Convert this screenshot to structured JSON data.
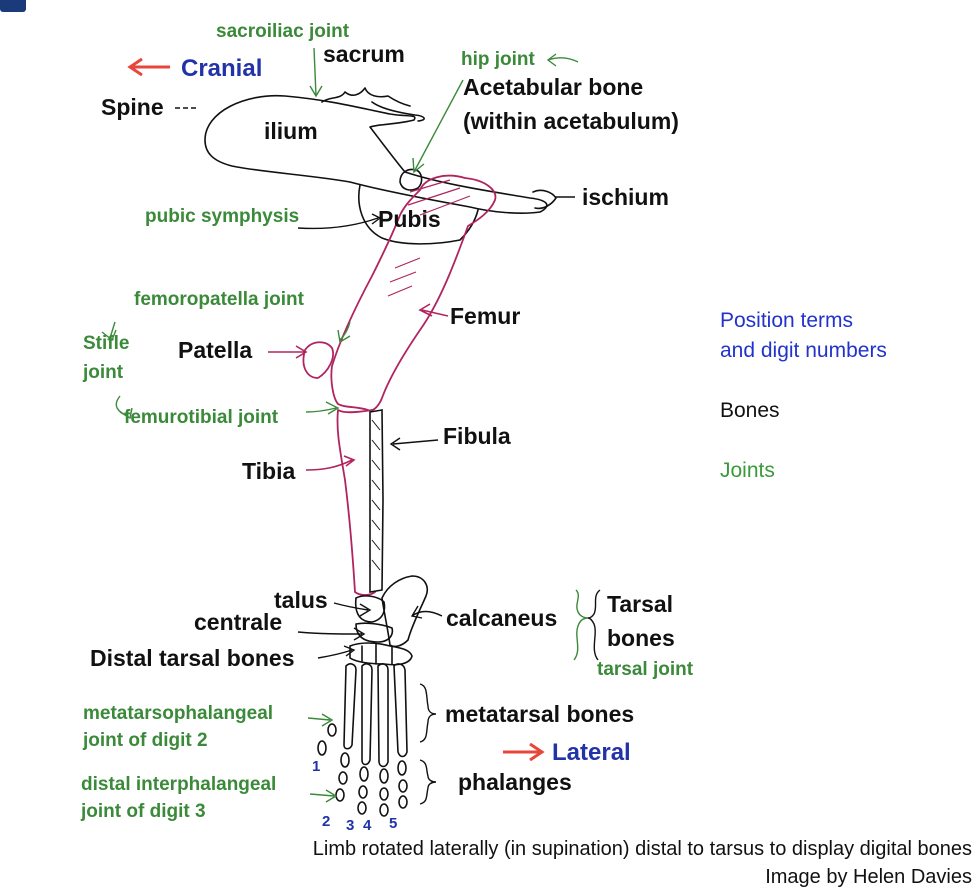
{
  "labels": {
    "cranial": "Cranial",
    "lateral": "Lateral",
    "spine": "Spine",
    "sacrum": "sacrum",
    "ilium": "ilium",
    "acetabular_1": "Acetabular bone",
    "acetabular_2": "(within acetabulum)",
    "ischium": "ischium",
    "pubis": "Pubis",
    "femur": "Femur",
    "patella": "Patella",
    "fibula": "Fibula",
    "tibia": "Tibia",
    "talus": "talus",
    "centrale": "centrale",
    "distal_tarsal": "Distal tarsal bones",
    "calcaneus": "calcaneus",
    "tarsal_1": "Tarsal",
    "tarsal_2": "bones",
    "metatarsal": "metatarsal bones",
    "phalanges": "phalanges"
  },
  "joints": {
    "sacroiliac": "sacroiliac joint",
    "hip": "hip joint",
    "pubic_symphysis": "pubic symphysis",
    "femoropatella": "femoropatella joint",
    "stifle_1": "Stifle",
    "stifle_2": "joint",
    "femorotibial": "femurotibial joint",
    "tarsal": "tarsal joint",
    "mtp_1": "metatarsophalangeal",
    "mtp_2": "joint of digit 2",
    "dip_1": "distal interphalangeal",
    "dip_2": "joint of digit 3"
  },
  "digits": [
    "1",
    "2",
    "3",
    "4",
    "5"
  ],
  "legend": {
    "position_1": "Position terms",
    "position_2": "and digit numbers",
    "bones": "Bones",
    "joints": "Joints",
    "position_color": "#2233cc",
    "bones_color": "#111111",
    "joints_color": "#3a9a3a"
  },
  "caption": {
    "line1": "Limb rotated laterally (in supination) distal to tarsus to display digital bones",
    "line2": "Image by Helen Davies"
  },
  "colors": {
    "arrow_red": "#e8463a",
    "bone_outline_magenta": "#b02460",
    "joint_green": "#3a8a3a",
    "direction_blue": "#2233aa"
  }
}
